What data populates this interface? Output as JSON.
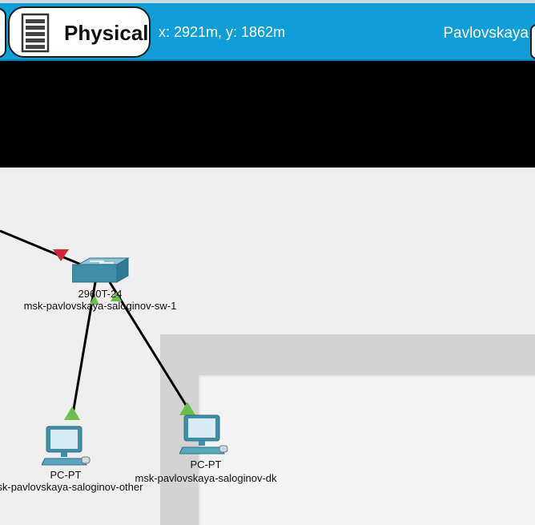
{
  "toolbar": {
    "mode_label": "Physical",
    "coordinates": "x: 2921m, y: 1862m",
    "location": "Pavlovskaya"
  },
  "devices": {
    "switch": {
      "model": "2960T-24",
      "name": "msk-pavlovskaya-saloginov-sw-1"
    },
    "pc_other": {
      "model": "PC-PT",
      "name": "msk-pavlovskaya-saloginov-other"
    },
    "pc_dk": {
      "model": "PC-PT",
      "name": "msk-pavlovskaya-saloginov-dk"
    }
  },
  "link_status_colors": {
    "up": "#6cc04a",
    "down": "#d2283c"
  },
  "icons": [
    "rack-icon",
    "switch-icon",
    "pc-icon"
  ]
}
